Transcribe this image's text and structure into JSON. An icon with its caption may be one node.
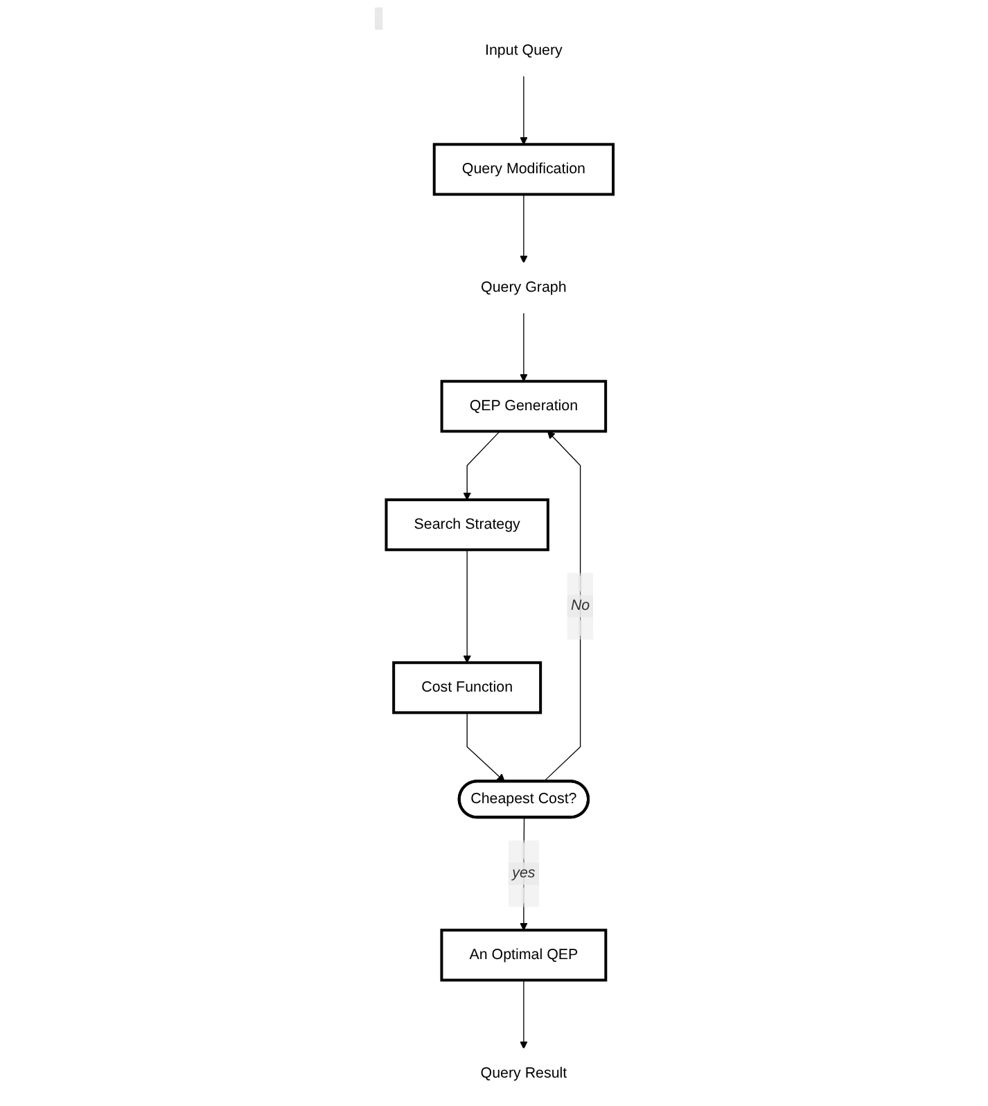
{
  "diagram": {
    "nodes": [
      {
        "text": [
          "Input Query"
        ]
      },
      {
        "text": [
          "Query Modification"
        ]
      },
      {
        "text": [
          "Query Graph"
        ]
      },
      {
        "text": [
          "QEP Generation"
        ]
      },
      {
        "text": [
          "Search Strategy"
        ]
      },
      {
        "text": [
          "Cost Function"
        ]
      },
      {
        "text": [
          "Cheapest Cost?"
        ]
      },
      {
        "text": [
          "An Optimal QEP"
        ]
      },
      {
        "text": [
          "Query Result"
        ]
      }
    ],
    "edges": [
      {
        "from": 0,
        "to": 1,
        "arrow": "to"
      },
      {
        "from": 1,
        "to": 2,
        "arrow": "to"
      },
      {
        "from": 2,
        "to": 3,
        "arrow": "to"
      },
      {
        "from": 3,
        "to": 4,
        "arrow": "to"
      },
      {
        "from": 4,
        "to": 5,
        "arrow": "to"
      },
      {
        "from": 5,
        "to": 6,
        "arrow": "to"
      },
      {
        "from": 6,
        "to": 3,
        "label": "No",
        "arrow": "to"
      },
      {
        "from": 6,
        "to": 7,
        "label": "yes",
        "arrow": "to"
      },
      {
        "from": 7,
        "to": 8,
        "arrow": "to"
      }
    ]
  }
}
